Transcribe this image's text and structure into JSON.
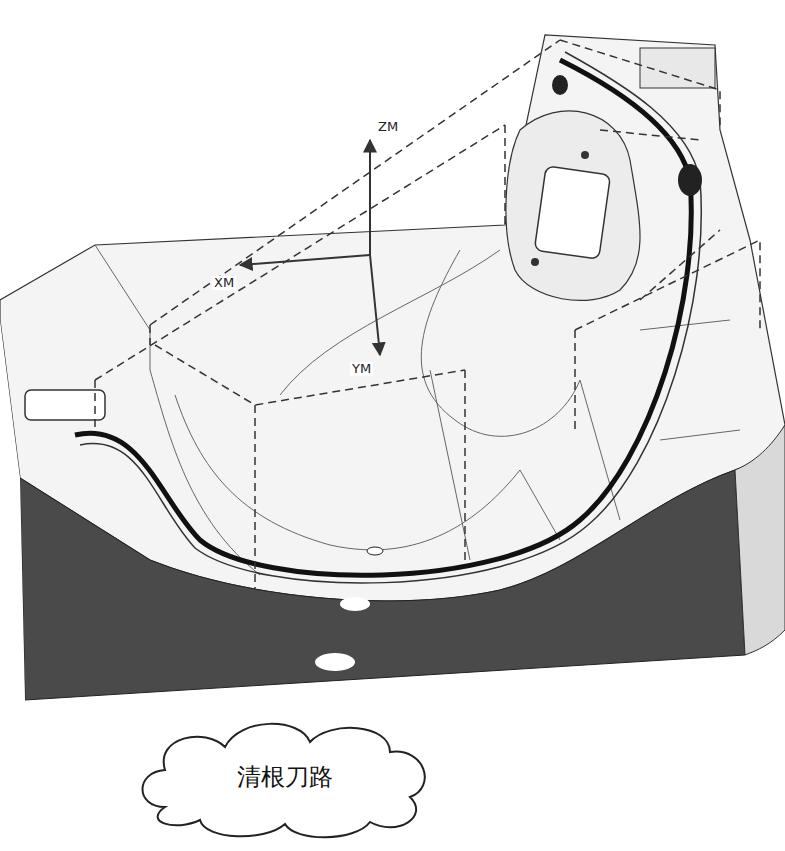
{
  "diagram": {
    "nodes": [
      {
        "text": [
          "清根刀路"
        ]
      }
    ],
    "labels": [
      "ZM",
      "XM",
      "YM"
    ]
  }
}
